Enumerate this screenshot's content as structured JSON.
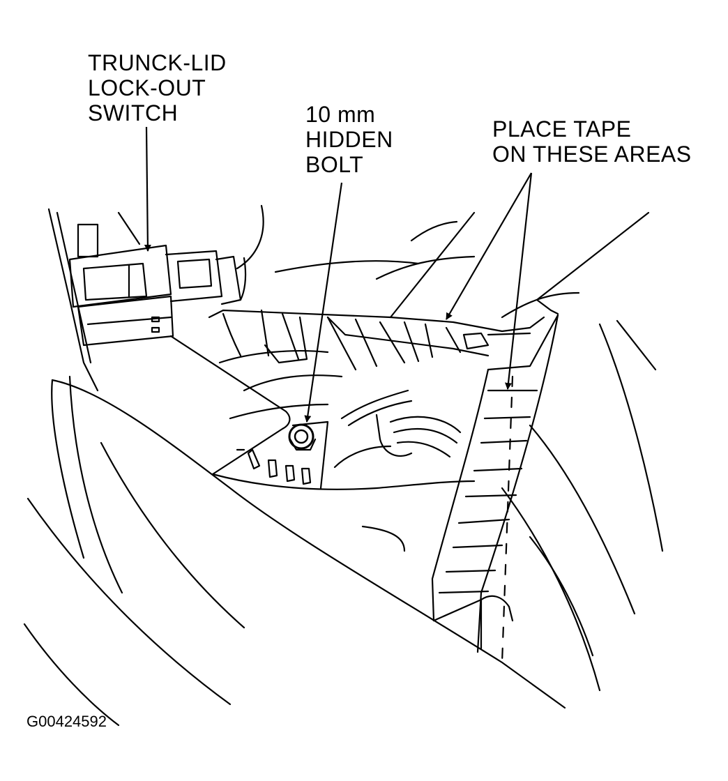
{
  "labels": {
    "switch": [
      "TRUNCK-LID",
      "LOCK-OUT",
      "SWITCH"
    ],
    "bolt": [
      "10 mm",
      "HIDDEN",
      "BOLT"
    ],
    "tape": [
      "PLACE TAPE",
      "ON THESE AREAS"
    ]
  },
  "figure_id": "G00424592",
  "colors": {
    "line": "#000000",
    "background": "#ffffff"
  }
}
